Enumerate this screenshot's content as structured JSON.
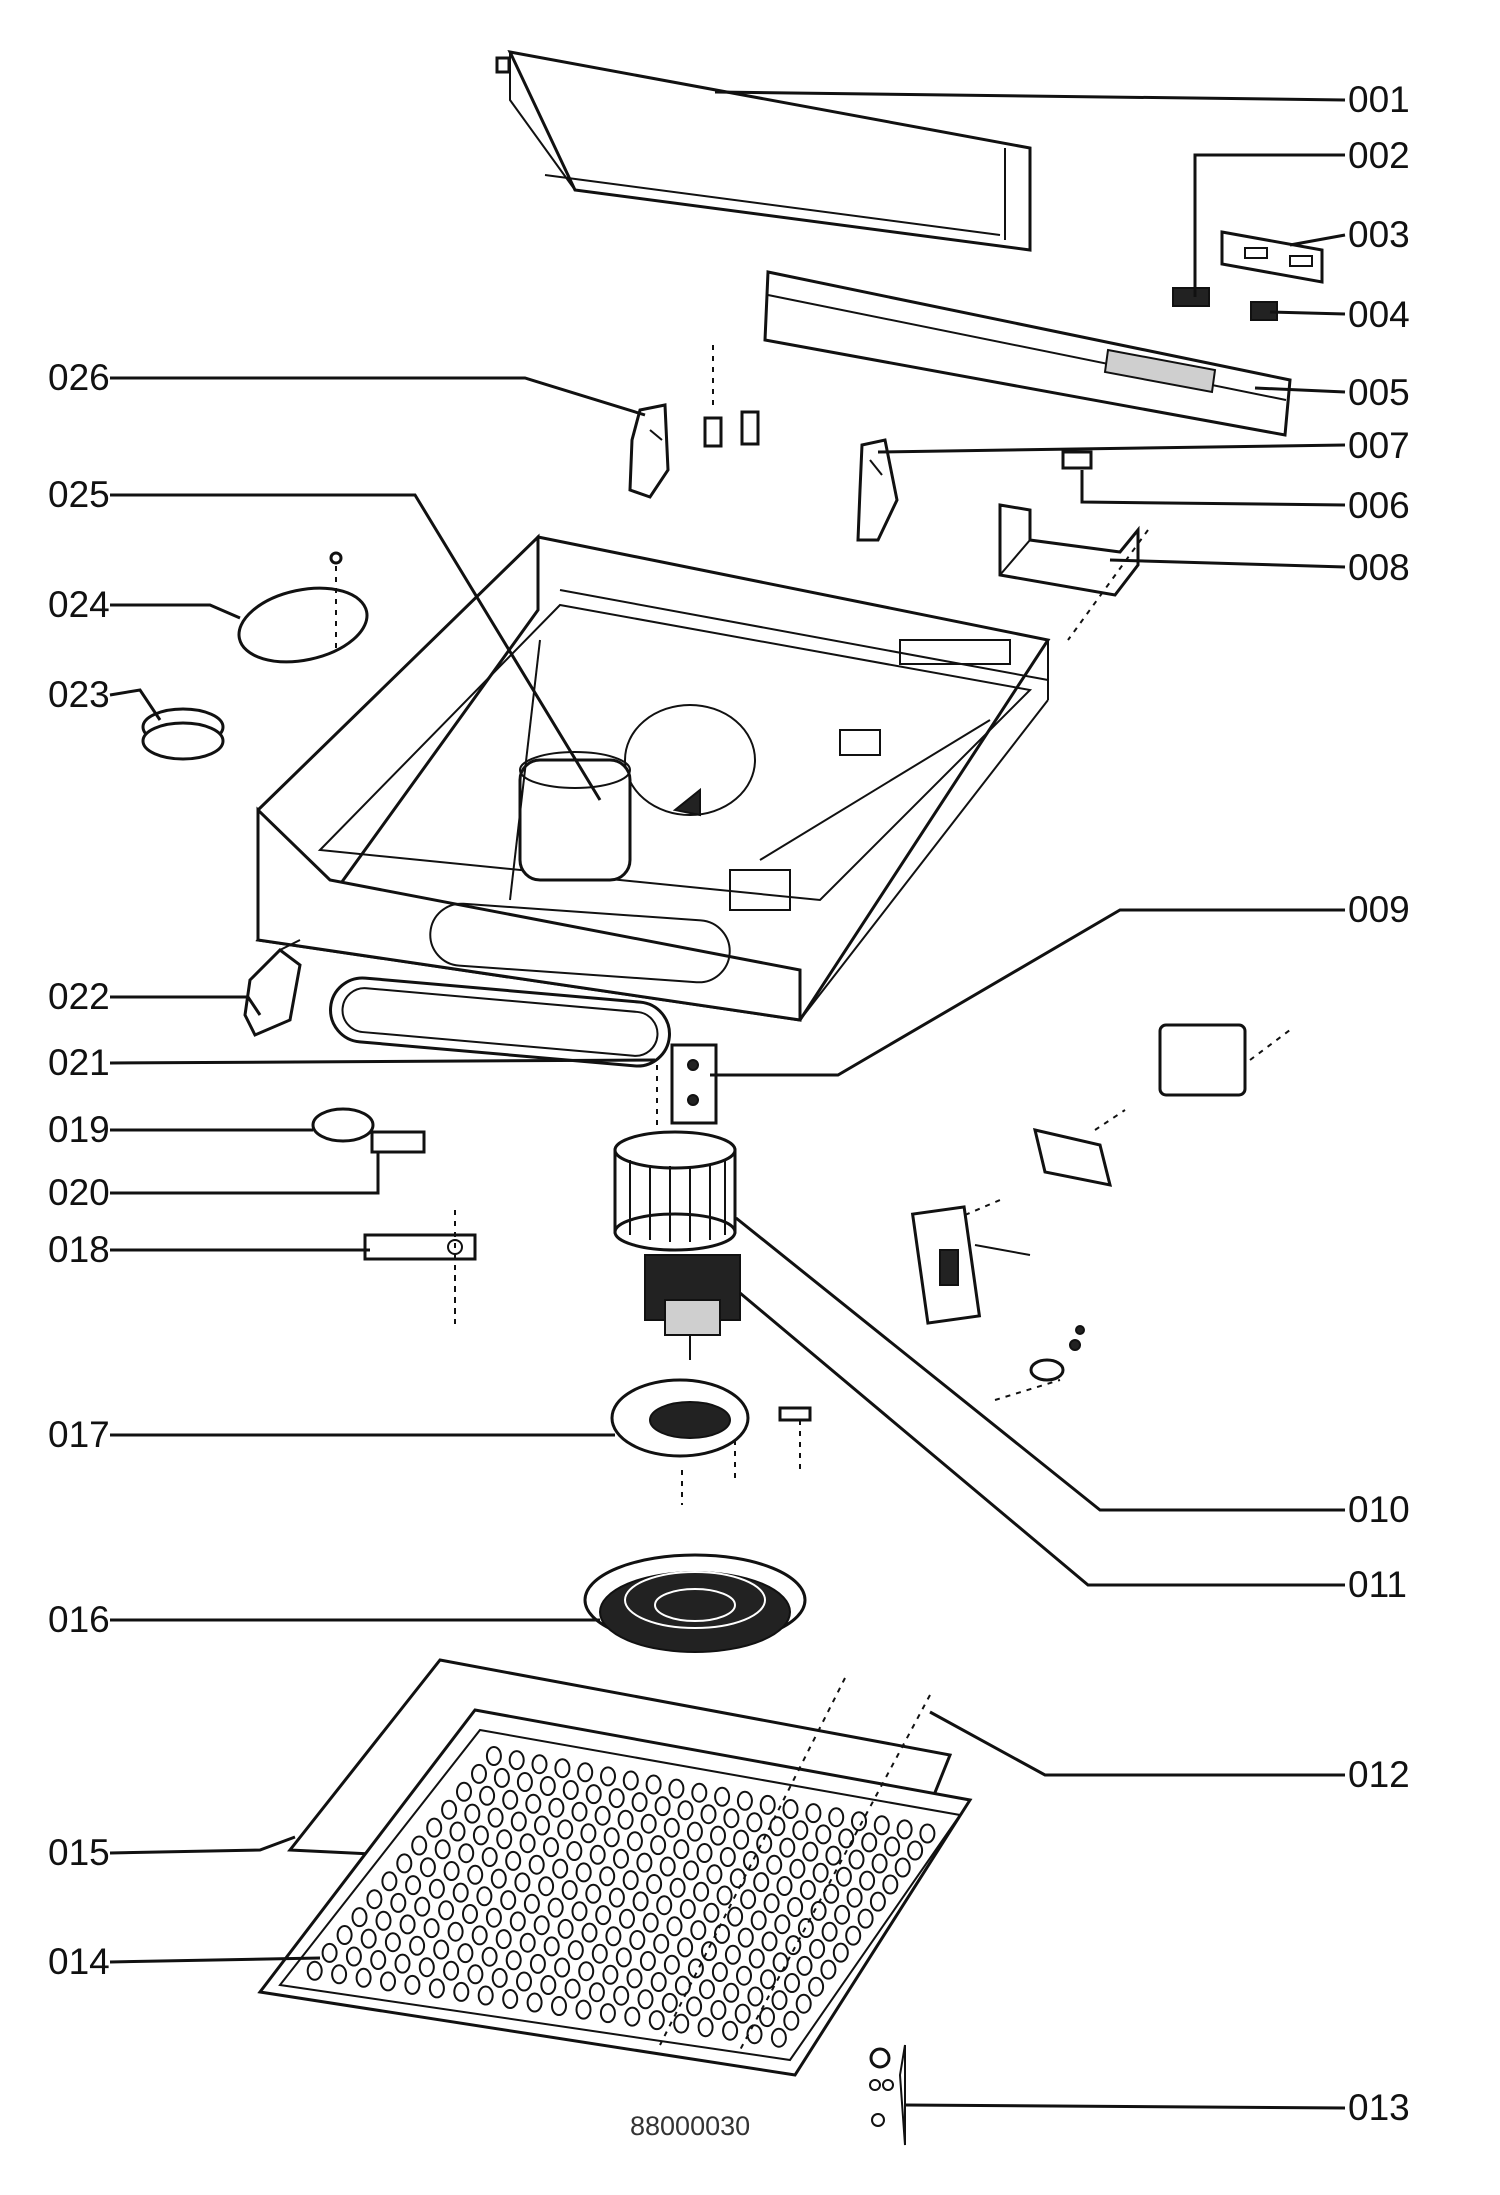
{
  "labels": {
    "p001": "001",
    "p002": "002",
    "p003": "003",
    "p004": "004",
    "p005": "005",
    "p006": "006",
    "p007": "007",
    "p008": "008",
    "p009": "009",
    "p010": "010",
    "p011": "011",
    "p012": "012",
    "p013": "013",
    "p014": "014",
    "p015": "015",
    "p016": "016",
    "p017": "017",
    "p018": "018",
    "p019": "019",
    "p020": "020",
    "p021": "021",
    "p022": "022",
    "p023": "023",
    "p024": "024",
    "p025": "025",
    "p026": "026"
  },
  "drawing_code": "88000030"
}
